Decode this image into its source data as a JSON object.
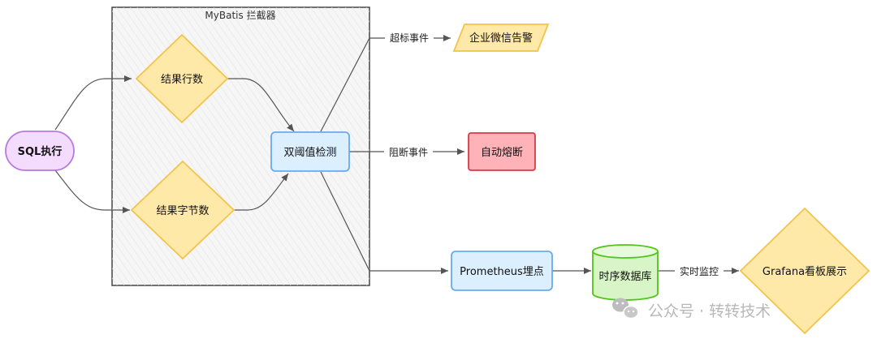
{
  "diagram": {
    "container_title": "MyBatis 拦截器",
    "nodes": {
      "sql_exec": {
        "label": "SQL执行",
        "fill": "#f3dcff",
        "stroke": "#b67ae0"
      },
      "row_count": {
        "label": "结果行数",
        "fill": "#ffe9a8",
        "stroke": "#f2c44d"
      },
      "byte_count": {
        "label": "结果字节数",
        "fill": "#ffe9a8",
        "stroke": "#f2c44d"
      },
      "dual_threshold": {
        "label": "双阈值检测",
        "fill": "#dcefff",
        "stroke": "#6aa9ee"
      },
      "wechat_alert": {
        "label": "企业微信告警",
        "fill": "#ffe9a8",
        "stroke": "#f2c44d"
      },
      "auto_fuse": {
        "label": "自动熔断",
        "fill": "#ffb3b8",
        "stroke": "#d93a45"
      },
      "prometheus": {
        "label": "Prometheus埋点",
        "fill": "#dcefff",
        "stroke": "#6aa9ee"
      },
      "tsdb": {
        "label": "时序数据库",
        "fill": "#d8f5c8",
        "stroke": "#52c41a"
      },
      "grafana": {
        "label": "Grafana看板展示",
        "fill": "#ffe9a8",
        "stroke": "#f2c44d"
      }
    },
    "edges": {
      "over_limit": "超标事件",
      "block": "阻断事件",
      "realtime": "实时监控"
    },
    "watermark": "公众号 · 转转技术"
  }
}
